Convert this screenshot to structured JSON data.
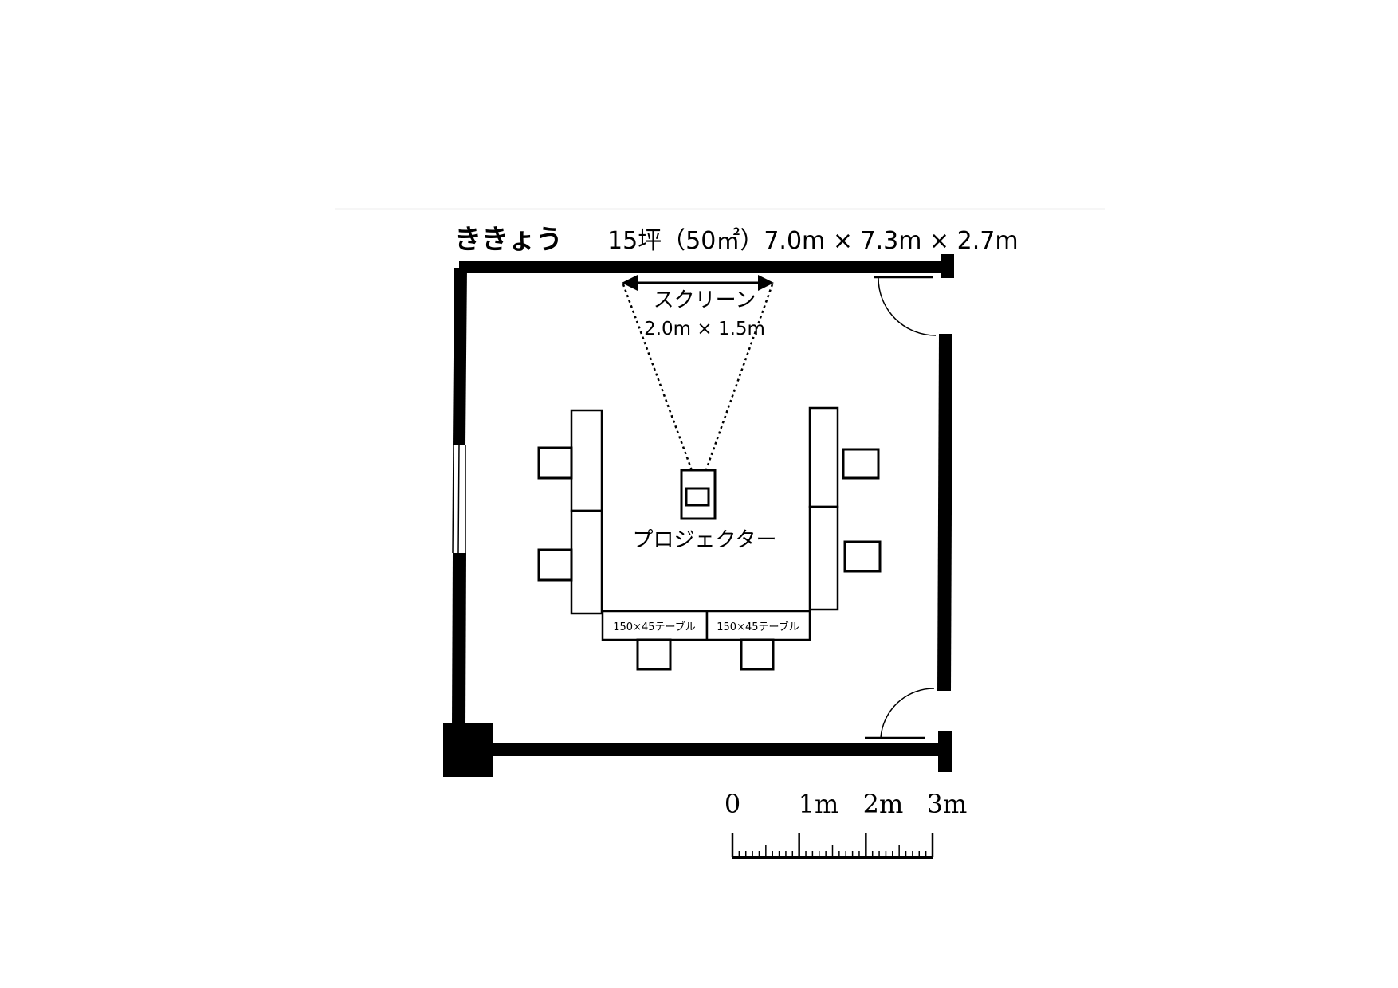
{
  "title": {
    "room_name": "ききょう",
    "specs": "15坪（50㎡）7.0m × 7.3m × 2.7m"
  },
  "screen": {
    "label": "スクリーン",
    "size": "2.0m × 1.5m"
  },
  "projector": {
    "label": "プロジェクター"
  },
  "tables": {
    "bottom_left_label": "150×45テーブル",
    "bottom_right_label": "150×45テーブル"
  },
  "scale": {
    "labels": [
      "0",
      "1m",
      "2m",
      "3m"
    ],
    "meters": 3,
    "subdivisions_per_meter": 10
  },
  "colors": {
    "wall": "#000000",
    "background": "#ffffff"
  }
}
